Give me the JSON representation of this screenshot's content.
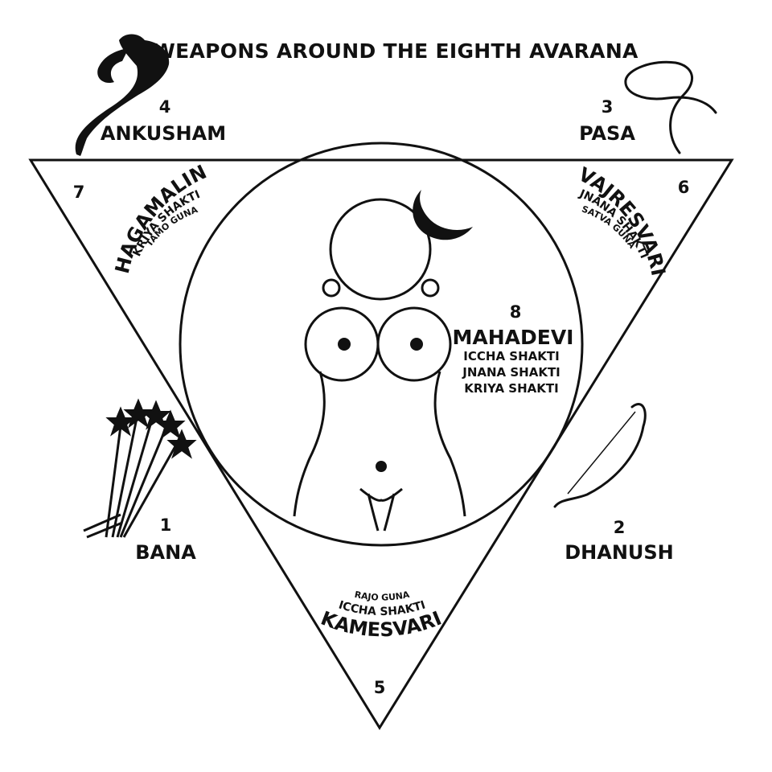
{
  "title": "WEAPONS AROUND THE EIGHTH AVARANA",
  "weapons": {
    "bana": {
      "number": "1",
      "name": "BANA",
      "icon": "arrows-icon"
    },
    "dhanush": {
      "number": "2",
      "name": "DHANUSH",
      "icon": "bow-icon"
    },
    "pasa": {
      "number": "3",
      "name": "PASA",
      "icon": "noose-icon"
    },
    "ankusham": {
      "number": "4",
      "name": "ANKUSHAM",
      "icon": "elephant-goad-icon"
    }
  },
  "corners": {
    "kamesvari": {
      "number": "5",
      "name": "KAMESVARI",
      "shakti": "ICCHA SHAKTI",
      "guna": "RAJO GUNA"
    },
    "vajresvari": {
      "number": "6",
      "name": "VAJRESVARI",
      "shakti": "JNANA SHAKTI",
      "guna": "SATVA GUNA"
    },
    "bhagamalini": {
      "number": "7",
      "name": "BHAGAMALINI",
      "shakti": "KRIYA SHAKTI",
      "guna": "TAMO GUNA"
    }
  },
  "center": {
    "number": "8",
    "name": "MAHADEVI",
    "shaktis": [
      "ICCHA SHAKTI",
      "JNANA SHAKTI",
      "KRIYA SHAKTI"
    ],
    "icon": "goddess-figure-icon",
    "moon_icon": "crescent-moon-icon"
  },
  "colors": {
    "ink": "#111111",
    "background": "#ffffff"
  }
}
